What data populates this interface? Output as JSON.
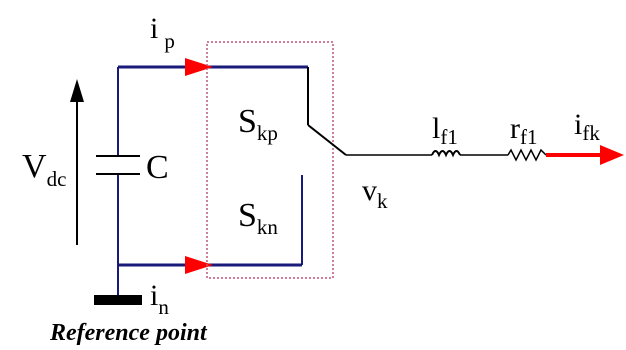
{
  "labels": {
    "ip": {
      "main": "i",
      "sub": "p"
    },
    "in": {
      "main": "i",
      "sub": "n"
    },
    "vdc": {
      "main": "V",
      "sub": "dc"
    },
    "cap": "C",
    "skp": {
      "main": "S",
      "sub": "kp"
    },
    "skn": {
      "main": "S",
      "sub": "kn"
    },
    "vk": {
      "main": "v",
      "sub": "k"
    },
    "lf1": {
      "main": "l",
      "sub": "f1"
    },
    "rf1": {
      "main": "r",
      "sub": "f1"
    },
    "ifk": {
      "main": "i",
      "sub": "fk"
    },
    "reference": "Reference point"
  },
  "colors": {
    "wire": "#000000",
    "rail": "#1a1a7a",
    "arrow": "#ff0000",
    "dashed_box": "#c0557a"
  }
}
